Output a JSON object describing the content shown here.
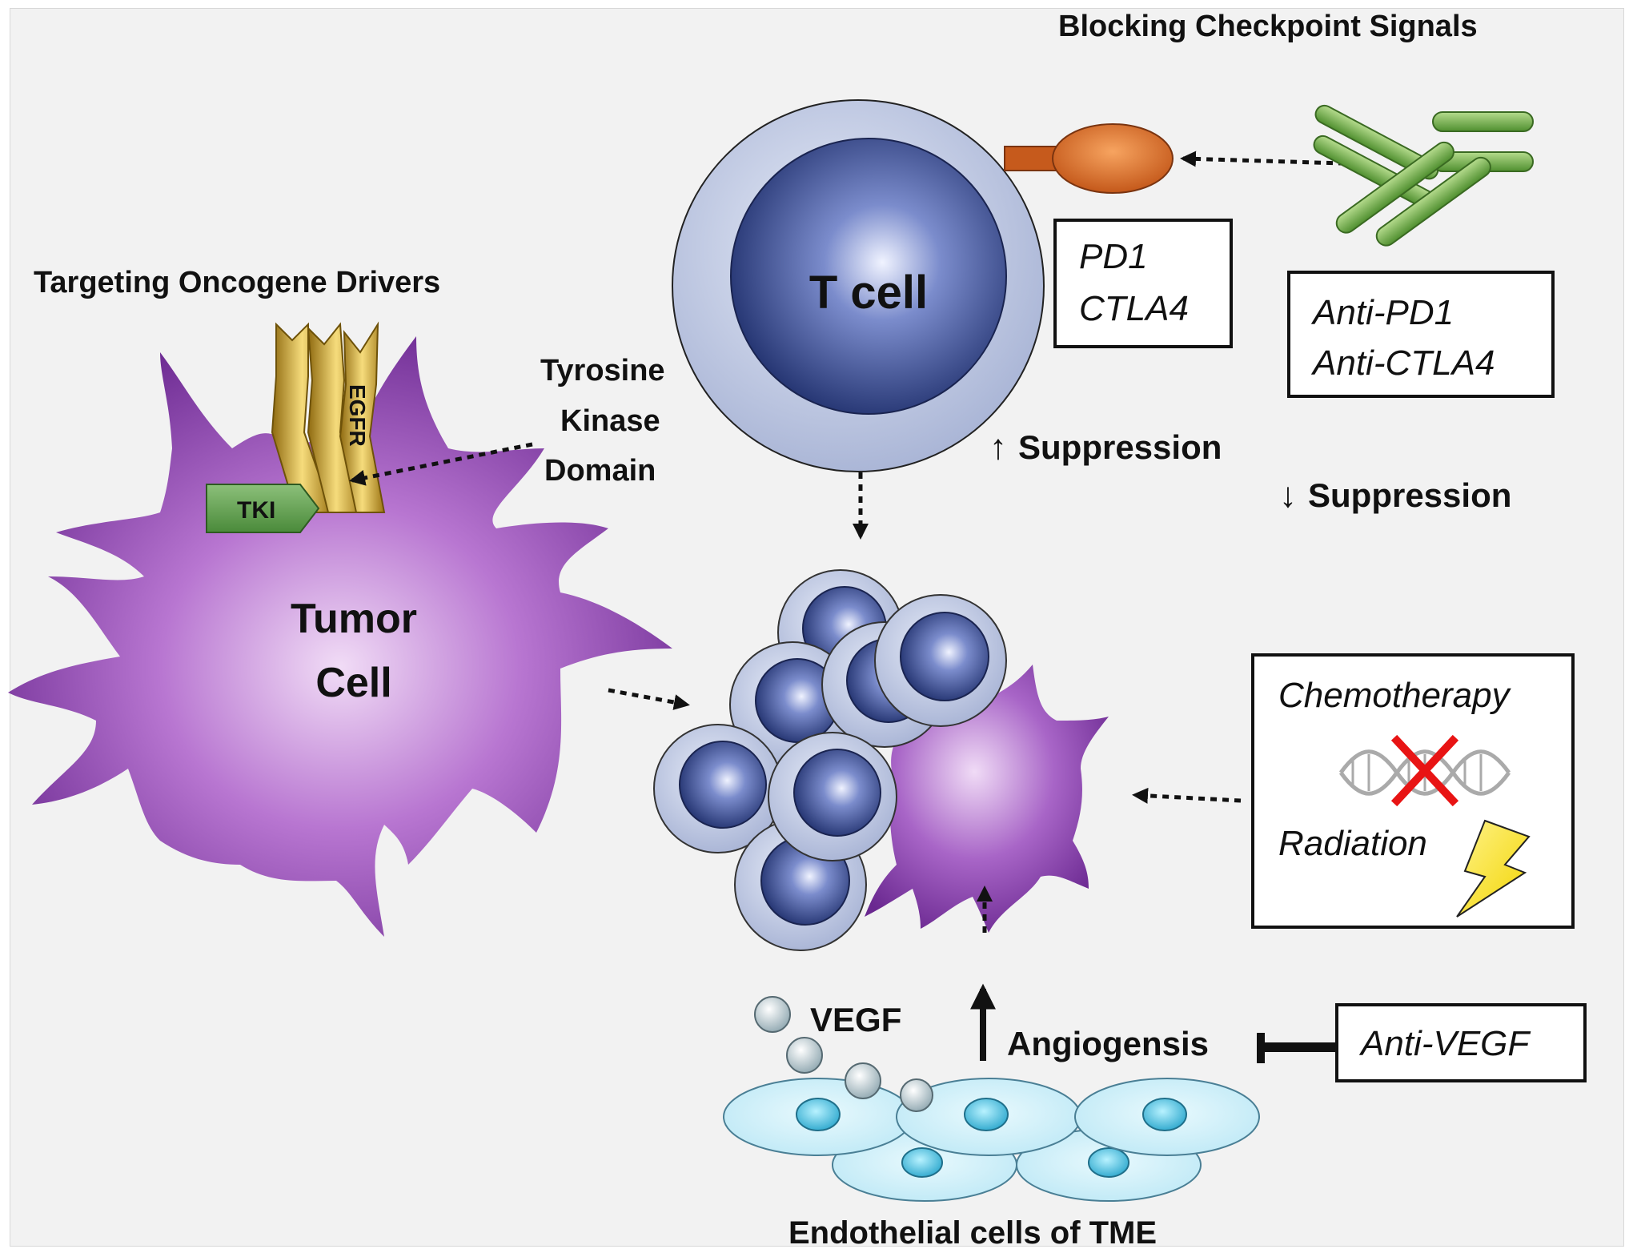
{
  "headings": {
    "blocking": "Blocking Checkpoint Signals",
    "targeting": "Targeting Oncogene Drivers",
    "tme": "Endothelial cells of TME"
  },
  "tumor_cell": {
    "line1": "Tumor",
    "line2": "Cell"
  },
  "t_cell": {
    "label": "T cell"
  },
  "egfr": {
    "label": "EGFR"
  },
  "tki": {
    "label": "TKI"
  },
  "tyrosine": {
    "line1": "Tyrosine",
    "line2": "Kinase",
    "line3": "Domain"
  },
  "checkpoint_box": {
    "line1": "PD1",
    "line2": "CTLA4"
  },
  "antibody_box": {
    "line1": "Anti-PD1",
    "line2": "Anti-CTLA4"
  },
  "suppression_up": {
    "arrow": "↑",
    "text": "Suppression"
  },
  "suppression_down": {
    "arrow": "↓",
    "text": "Suppression"
  },
  "therapy_box": {
    "chemo": "Chemotherapy",
    "radiation": "Radiation"
  },
  "vegf": {
    "label": "VEGF"
  },
  "angiogenesis": {
    "label": "Angiogensis"
  },
  "anti_vegf": {
    "label": "Anti-VEGF"
  },
  "colors": {
    "tumor": "#7a2f9e",
    "tcell_outer": "#b8c3df",
    "tcell_inner": "#2c3d80",
    "egfr": "#d8a83a",
    "tki": "#5e9a4c",
    "antibody": "#6faf46",
    "receptor": "#e07028",
    "endothelial": "#cdeff8"
  }
}
